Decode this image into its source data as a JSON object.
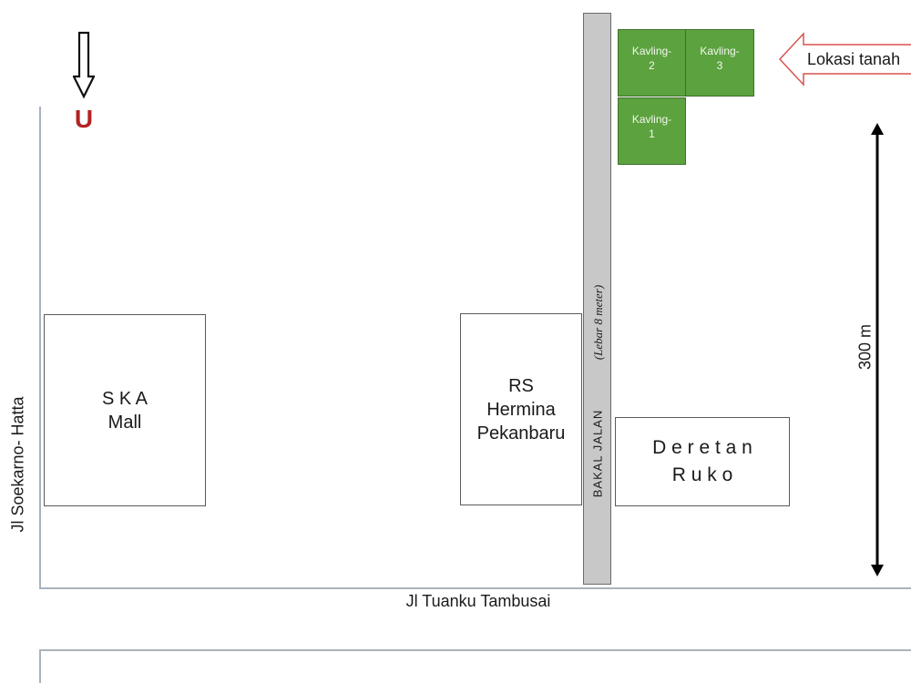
{
  "north": {
    "label": "U",
    "label_color": "#b22222"
  },
  "streets": {
    "west": "Jl Soekarno- Hatta",
    "south": "Jl Tuanku Tambusai",
    "new_road_name": "BAKAL  JALAN",
    "new_road_width": "(Lebar 8 meter)"
  },
  "buildings": {
    "ska_mall": "S K A\nMall",
    "rs_hermina": "RS\nHermina\nPekanbaru",
    "deretan_ruko": "D e r e t a n\nR u k o"
  },
  "lots": [
    {
      "label": "Kavling-\n1"
    },
    {
      "label": "Kavling-\n2"
    },
    {
      "label": "Kavling-\n3"
    }
  ],
  "callout": {
    "label": "Lokasi tanah"
  },
  "distance": {
    "label": "300 m"
  },
  "colors": {
    "lot_fill": "#5ca23f",
    "road_fill": "#c8c8c8",
    "callout_border": "#d9534f"
  }
}
